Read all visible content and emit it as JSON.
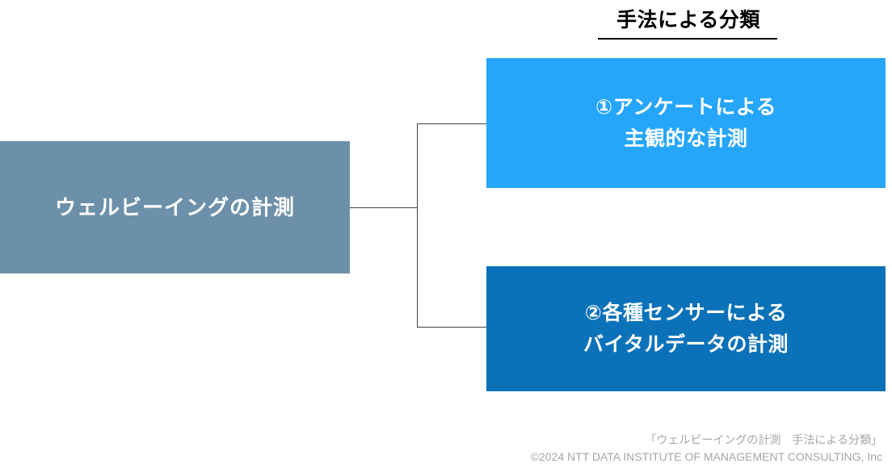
{
  "slide": {
    "title": "手法による分類",
    "root_node": {
      "label": "ウェルビーイングの計測",
      "color": "#6D90AA"
    },
    "branches": [
      {
        "id": "survey",
        "line1": "①アンケートによる",
        "line2": "主観的な計測",
        "color": "#26A6FB"
      },
      {
        "id": "sensor",
        "line1": "②各種センサーによる",
        "line2": "バイタルデータの計測",
        "color": "#0B72B9"
      }
    ],
    "footer": {
      "source": "「ウェルビーイングの計測　手法による分類」",
      "copyright": "©2024 NTT DATA INSTITUTE OF MANAGEMENT CONSULTING, Inc"
    },
    "colors": {
      "title_text": "#000000",
      "connector": "#404040",
      "footer_text": "#A6A6A6",
      "background": "#FFFFFF",
      "node_text": "#FFFFFF"
    }
  }
}
